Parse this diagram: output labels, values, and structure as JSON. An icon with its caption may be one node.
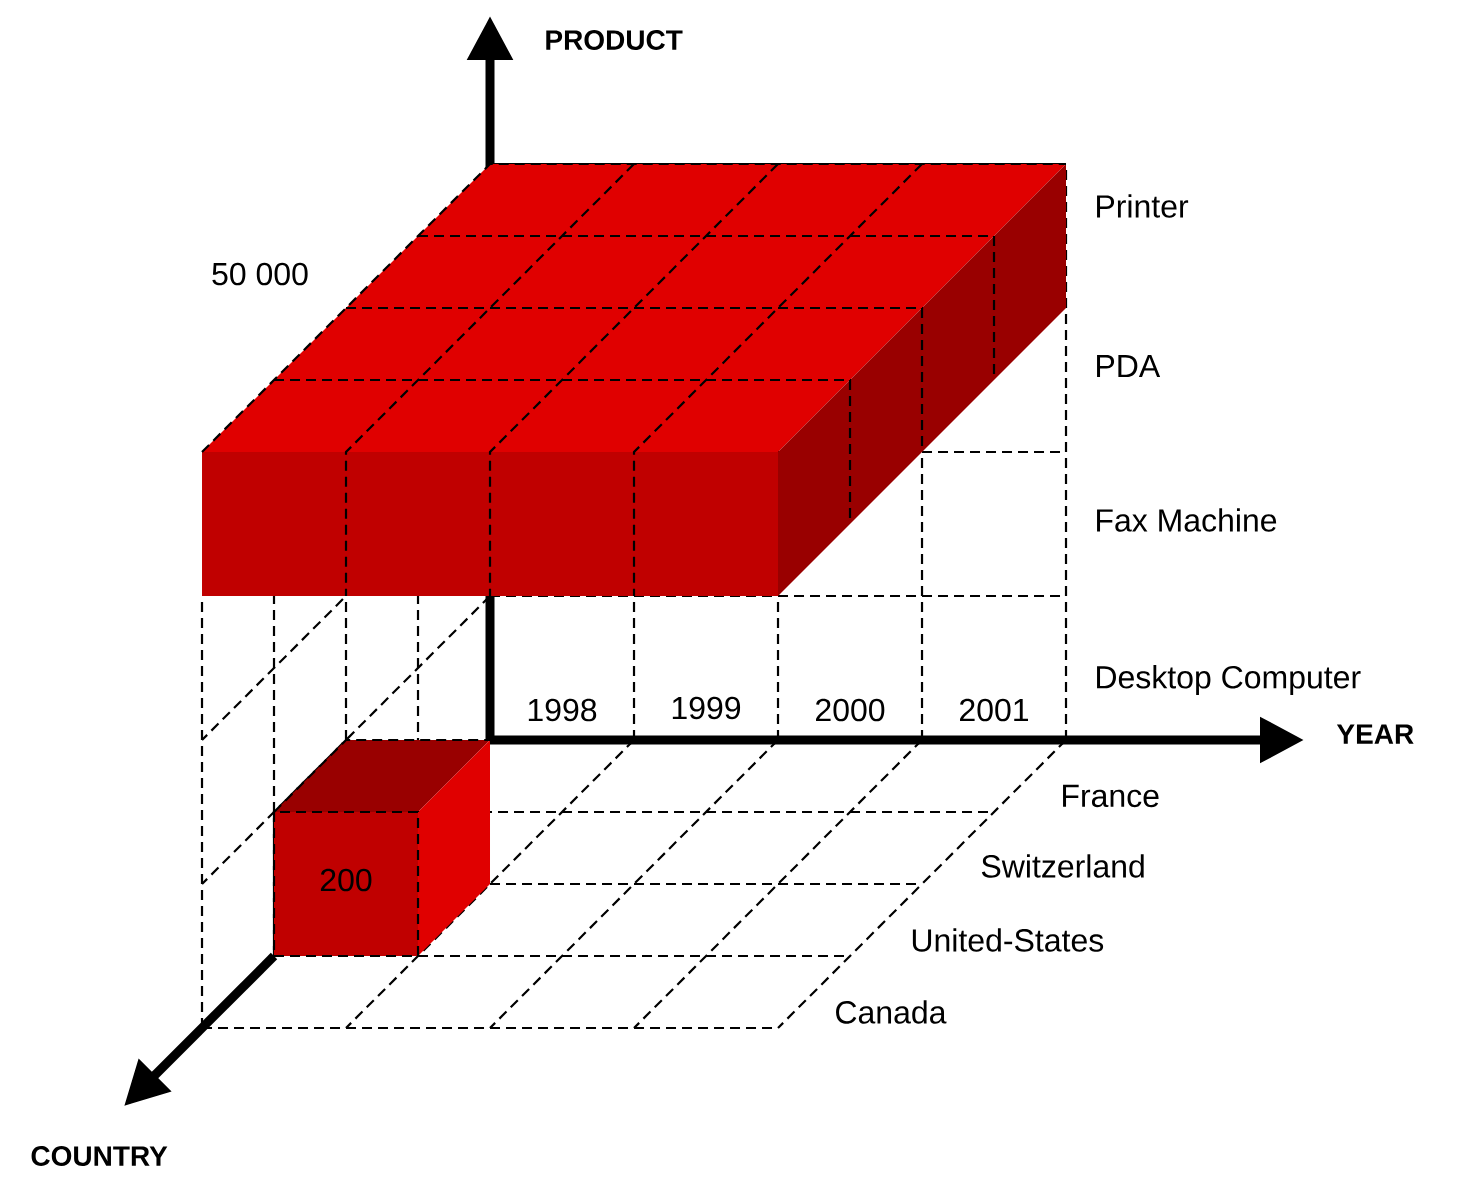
{
  "diagram": {
    "labels": [
      "PRODUCT",
      "Printer",
      "50 000",
      "PDA",
      "Fax Machine",
      "Desktop Computer",
      "1998",
      "1999",
      "2000",
      "2001",
      "YEAR",
      "France",
      "200",
      "Switzerland",
      "United-States",
      "Canada",
      "COUNTRY"
    ]
  }
}
